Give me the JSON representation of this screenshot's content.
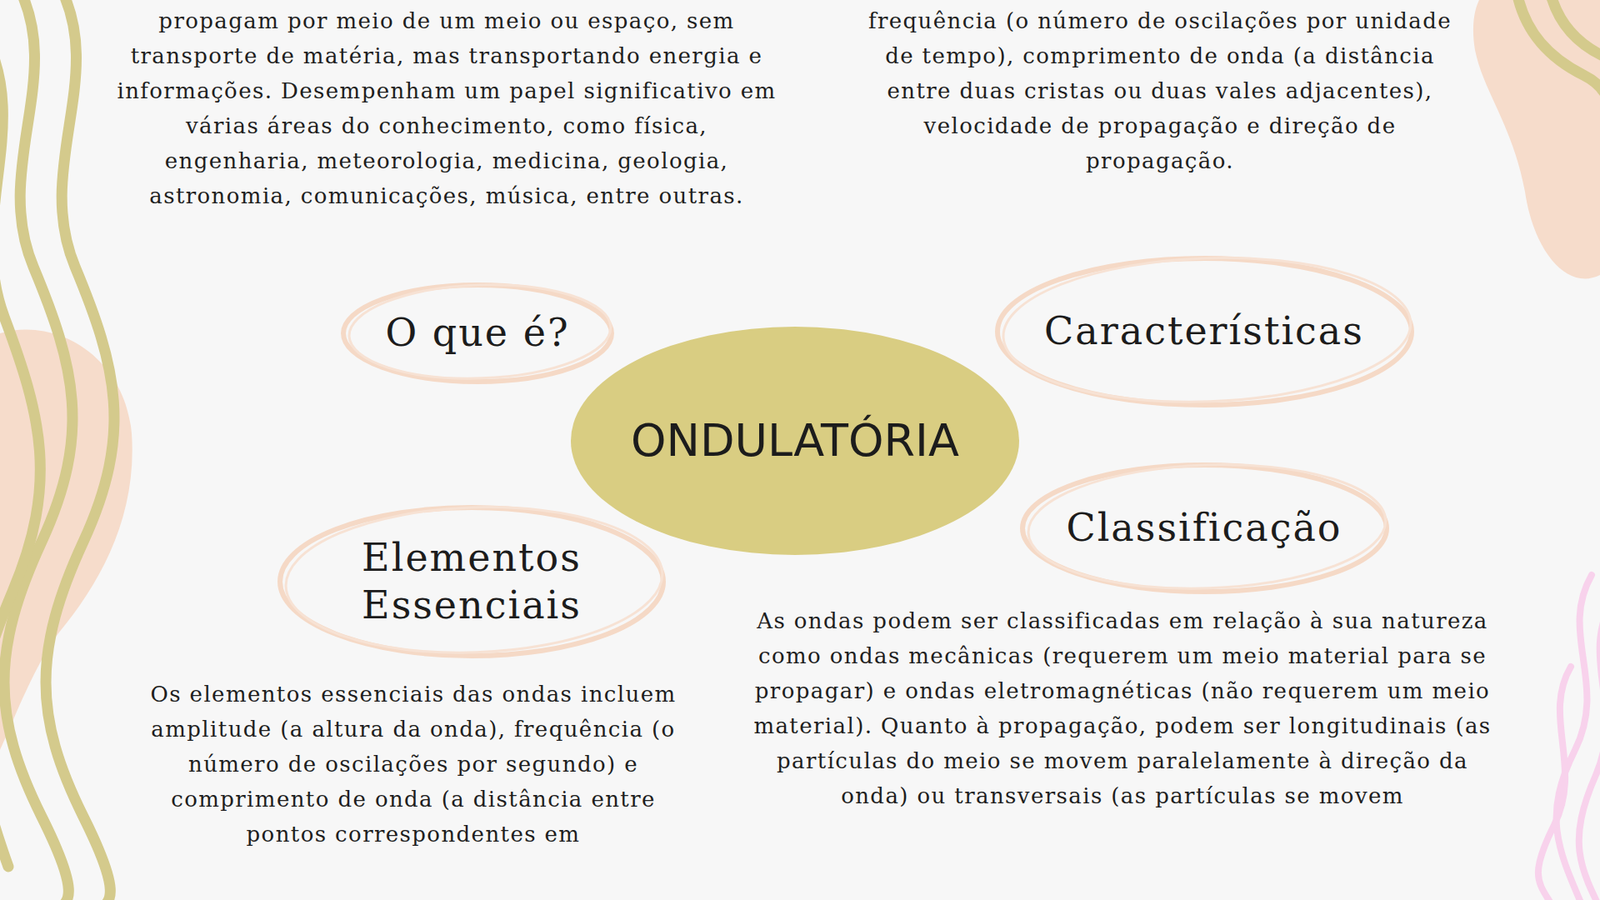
{
  "diagram": {
    "nodes": [
      {
        "text": [
          "O que é?"
        ]
      },
      {
        "text": [
          "Características"
        ]
      },
      {
        "text": [
          "ONDULATÓRIA"
        ]
      },
      {
        "text": [
          "Classificação"
        ]
      },
      {
        "text": [
          "Elementos Essenciais"
        ]
      }
    ],
    "labels": [
      "propagam por meio de um meio ou espaço, sem transporte de matéria, mas transportando energia e informações. Desempenham um papel significativo em várias áreas do conhecimento, como física, engenharia, meteorologia, medicina, geologia, astronomia, comunicações, música, entre outras.",
      "frequência (o número de oscilações por unidade de tempo), comprimento de onda (a distância entre duas cristas ou duas vales adjacentes), velocidade de propagação e direção de propagação.",
      "As ondas podem ser classificadas em relação à sua natureza como ondas mecânicas (requerem um meio material para se propagar) e ondas eletromagnéticas (não requerem um meio material). Quanto à propagação, podem ser longitudinais (as partículas do meio se movem paralelamente à direção da onda) ou transversais (as partículas se movem",
      "Os elementos essenciais das ondas incluem amplitude (a altura da onda), frequência (o número de oscilações por segundo) e comprimento de onda (a distância entre pontos correspondentes em"
    ]
  }
}
